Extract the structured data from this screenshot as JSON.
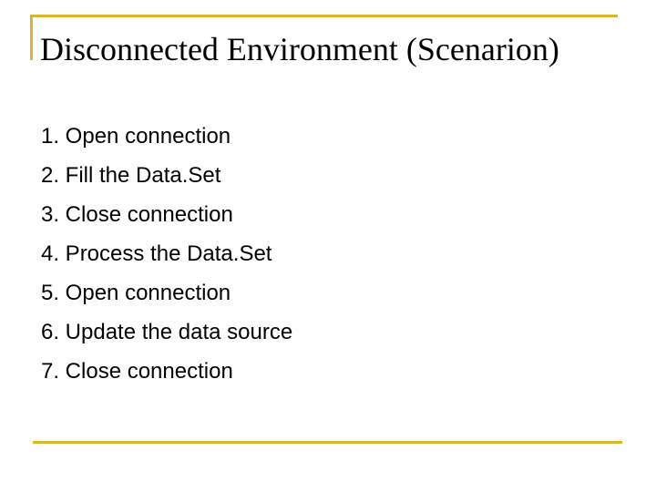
{
  "slide": {
    "title": "Disconnected Environment (Scenarion)",
    "steps": [
      "1. Open connection",
      "2. Fill the Data.Set",
      "3. Close connection",
      "4. Process the Data.Set",
      "5. Open connection",
      "6. Update the data source",
      "7. Close connection"
    ]
  },
  "colors": {
    "accent_rule": "#D9B62E",
    "text": "#000000",
    "background": "#ffffff"
  }
}
